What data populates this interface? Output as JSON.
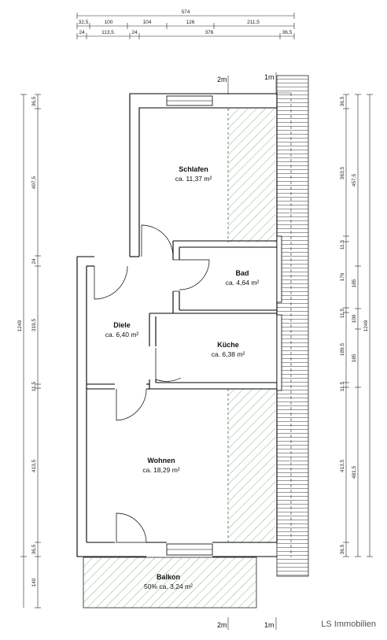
{
  "top_dimensions": {
    "row1": [
      "574"
    ],
    "row2": [
      "32,5",
      "100",
      "104",
      "126",
      "211,5"
    ],
    "row3": [
      "24",
      "113,5",
      "24",
      "376",
      "36,5"
    ]
  },
  "left_dimensions": {
    "outer": [
      "1249"
    ],
    "inner": [
      "36,5",
      "407,5",
      "24",
      "319,5",
      "11,5",
      "413,5",
      "36,5",
      "140"
    ]
  },
  "right_dimensions": {
    "inner": [
      "36,5",
      "363,5",
      "11,5",
      "176",
      "11,5",
      "189,5",
      "11,5",
      "413,5",
      "36,5"
    ],
    "middle": [
      "457,5",
      "185",
      "100",
      "185",
      "481,5"
    ],
    "outer": [
      "1249"
    ]
  },
  "markers": {
    "top_2m": "2m",
    "top_1m": "1m",
    "bottom_2m": "2m",
    "bottom_1m": "1m"
  },
  "rooms": {
    "schlafen": {
      "name": "Schlafen",
      "area": "ca. 11,37 m²"
    },
    "bad": {
      "name": "Bad",
      "area": "ca. 4,64 m²"
    },
    "diele": {
      "name": "Diele",
      "area": "ca. 6,40 m²"
    },
    "kueche": {
      "name": "Küche",
      "area": "ca. 6,38 m²"
    },
    "wohnen": {
      "name": "Wohnen",
      "area": "ca. 18,29 m²"
    },
    "balkon": {
      "name": "Balkon",
      "area": "50% ca. 3,24 m²"
    }
  },
  "brand": "LS Immobilien",
  "colors": {
    "wall": "#000000",
    "hatch": "#6aa36a",
    "line": "#222222"
  }
}
